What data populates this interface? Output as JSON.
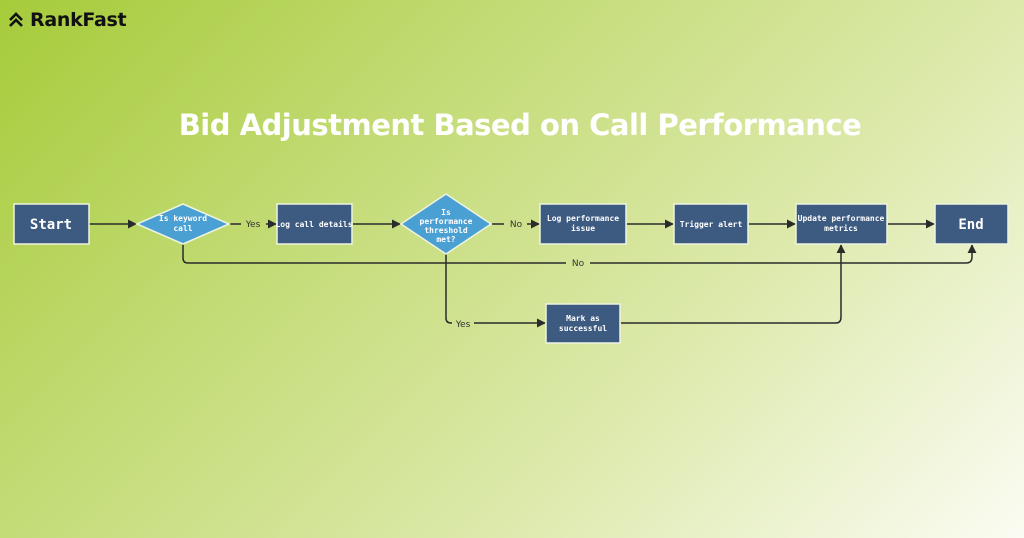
{
  "brand": {
    "name": "RankFast",
    "icon": "double-chevron-up-icon"
  },
  "title": "Bid Adjustment Based on Call Performance",
  "colors": {
    "process": "#3d5a80",
    "decision": "#4a9fd3",
    "title": "#ffffff"
  },
  "nodes": {
    "start": "Start",
    "keyword": [
      "Is keyword",
      "call"
    ],
    "log_call": "Log call details",
    "threshold": [
      "Is",
      "performance",
      "threshold",
      "met?"
    ],
    "log_issue": [
      "Log performance",
      "issue"
    ],
    "alert": "Trigger alert",
    "update": [
      "Update performance",
      "metrics"
    ],
    "end": "End",
    "success": [
      "Mark as",
      "successful"
    ]
  },
  "edges": {
    "yes1": "Yes",
    "no1": "No",
    "no2": "No",
    "yes2": "Yes"
  }
}
